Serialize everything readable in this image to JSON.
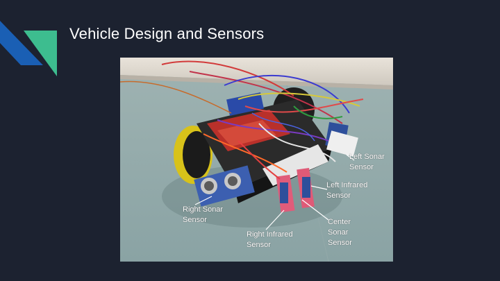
{
  "slide": {
    "title": "Vehicle Design and Sensors"
  },
  "colors": {
    "background": "#1c2230",
    "accent_blue": "#1a5fb4",
    "accent_green": "#3dbd8f",
    "title_text": "#ffffff"
  },
  "photo": {
    "labels": {
      "left_sonar": {
        "line1": "Left Sonar",
        "line2": "Sensor"
      },
      "left_infrared": {
        "line1": "Left Infrared",
        "line2": "Sensor"
      },
      "right_sonar": {
        "line1": "Right Sonar",
        "line2": "Sensor"
      },
      "right_infrared": {
        "line1": "Right Infrared",
        "line2": "Sensor"
      },
      "center_sonar": {
        "line1": "Center",
        "line2": "Sonar",
        "line3": "Sensor"
      }
    }
  }
}
